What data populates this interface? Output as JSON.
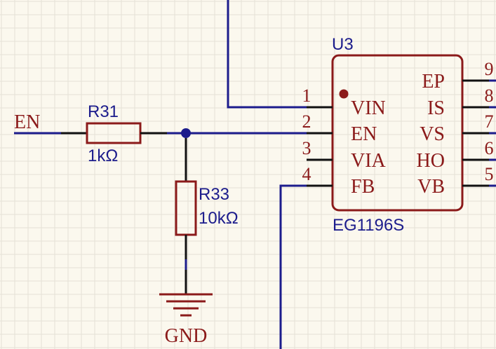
{
  "colors": {
    "background": "#fbf8ee",
    "grid": "#e4e1d6",
    "wire": "#1c1c8c",
    "body": "#8b1a1a",
    "lead": "#111111",
    "designator": "#1c1c8c",
    "net_label": "#8b1a1a"
  },
  "net_labels": {
    "en": "EN",
    "gnd": "GND"
  },
  "r31": {
    "designator": "R31",
    "value": "1kΩ"
  },
  "r33": {
    "designator": "R33",
    "value": "10kΩ"
  },
  "u3": {
    "designator": "U3",
    "part": "EG1196S",
    "left_pins": [
      {
        "number": "1",
        "name": "VIN"
      },
      {
        "number": "2",
        "name": "EN"
      },
      {
        "number": "3",
        "name": "VIA"
      },
      {
        "number": "4",
        "name": "FB"
      }
    ],
    "right_pins": [
      {
        "number": "9",
        "name": "EP"
      },
      {
        "number": "8",
        "name": "IS"
      },
      {
        "number": "7",
        "name": "VS"
      },
      {
        "number": "6",
        "name": "HO"
      },
      {
        "number": "5",
        "name": "VB"
      }
    ]
  }
}
